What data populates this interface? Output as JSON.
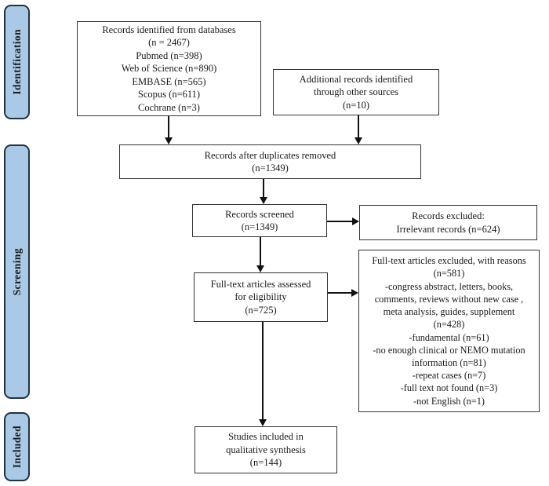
{
  "sidebar": {
    "stages": [
      {
        "id": "identification",
        "label": "Identification"
      },
      {
        "id": "screening",
        "label": "Screening"
      },
      {
        "id": "included",
        "label": "Included"
      }
    ]
  },
  "boxes": {
    "records_identified": {
      "text": "Records identified from databases\n(n = 2467)\nPubmed (n=398)\nWeb of Science (n=890)\nEMBASE (n=565)\nScopus (n=611)\nCochrane (n=3)"
    },
    "additional_records": {
      "text": "Additional records identified\nthrough other sources\n(n=10)"
    },
    "duplicates_removed": {
      "text": "Records after duplicates removed\n(n=1349)"
    },
    "records_screened": {
      "text": "Records screened\n(n=1349)"
    },
    "records_excluded": {
      "text": "Records excluded:\nIrrelevant records (n=624)"
    },
    "fulltext_assessed": {
      "text": "Full-text articles assessed\nfor eligibility\n(n=725)"
    },
    "fulltext_excluded": {
      "text": "Full-text articles excluded, with reasons\n(n=581)\n-congress abstract, letters, books,\ncomments, reviews without new case ,\nmeta analysis, guides, supplement\n(n=428)\n-fundamental (n=61)\n-no enough clinical or NEMO mutation\ninformation (n=81)\n-repeat cases (n=7)\n-full text not found (n=3)\n-not English (n=1)"
    },
    "studies_included": {
      "text": "Studies included in\nqualitative synthesis\n(n=144)"
    }
  },
  "colors": {
    "stage_fill": "#a9c9e7",
    "stage_border": "#22333f",
    "box_border": "#333333",
    "arrow": "#111111",
    "background": "#ffffff"
  }
}
